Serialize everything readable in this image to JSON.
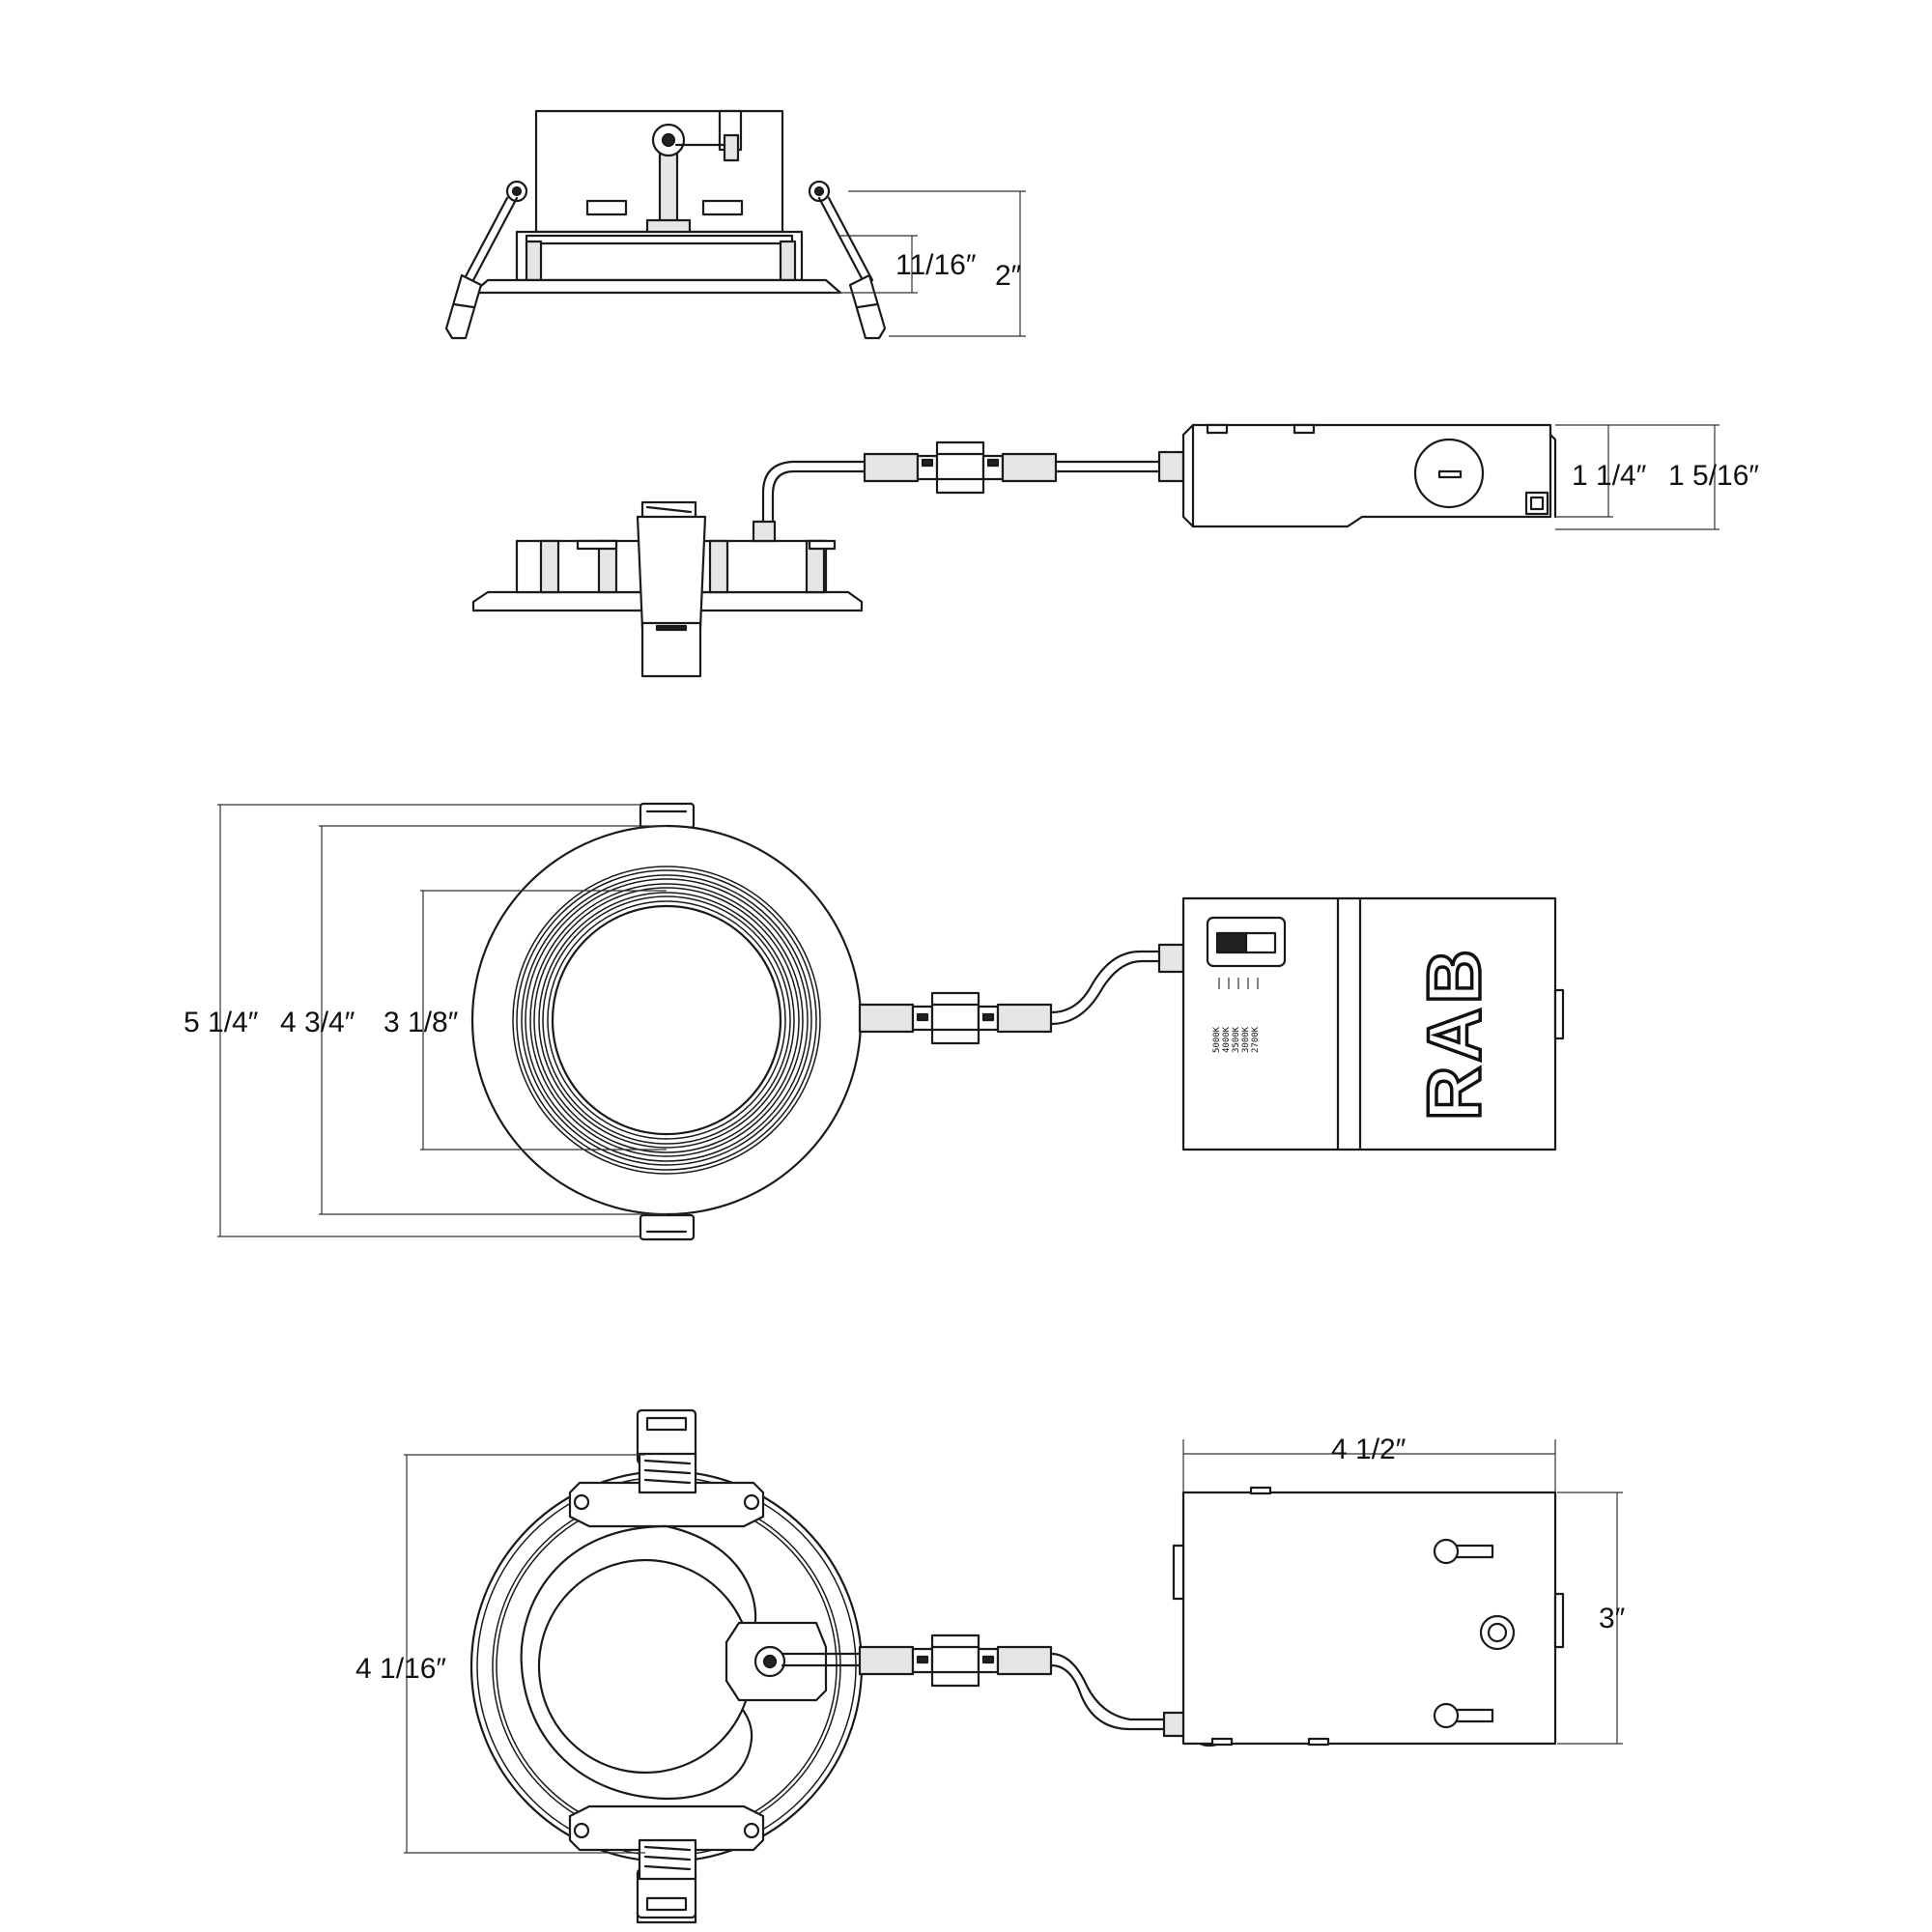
{
  "dimensions": {
    "side_trim_height": "11/16″",
    "side_total_height": "2″",
    "driver_height_inner": "1 1/4″",
    "driver_height_outer": "1 5/16″",
    "front_outer_dia": "5 1/4″",
    "front_trim_dia": "4 3/4″",
    "front_aperture_dia": "3 1/8″",
    "back_housing_dia": "4 1/16″",
    "driver_length": "4 1/2″",
    "driver_width": "3″"
  },
  "driver_label": {
    "logo": "RAB",
    "cct_options": [
      "5000K",
      "4000K",
      "3500K",
      "3000K",
      "2700K"
    ]
  }
}
